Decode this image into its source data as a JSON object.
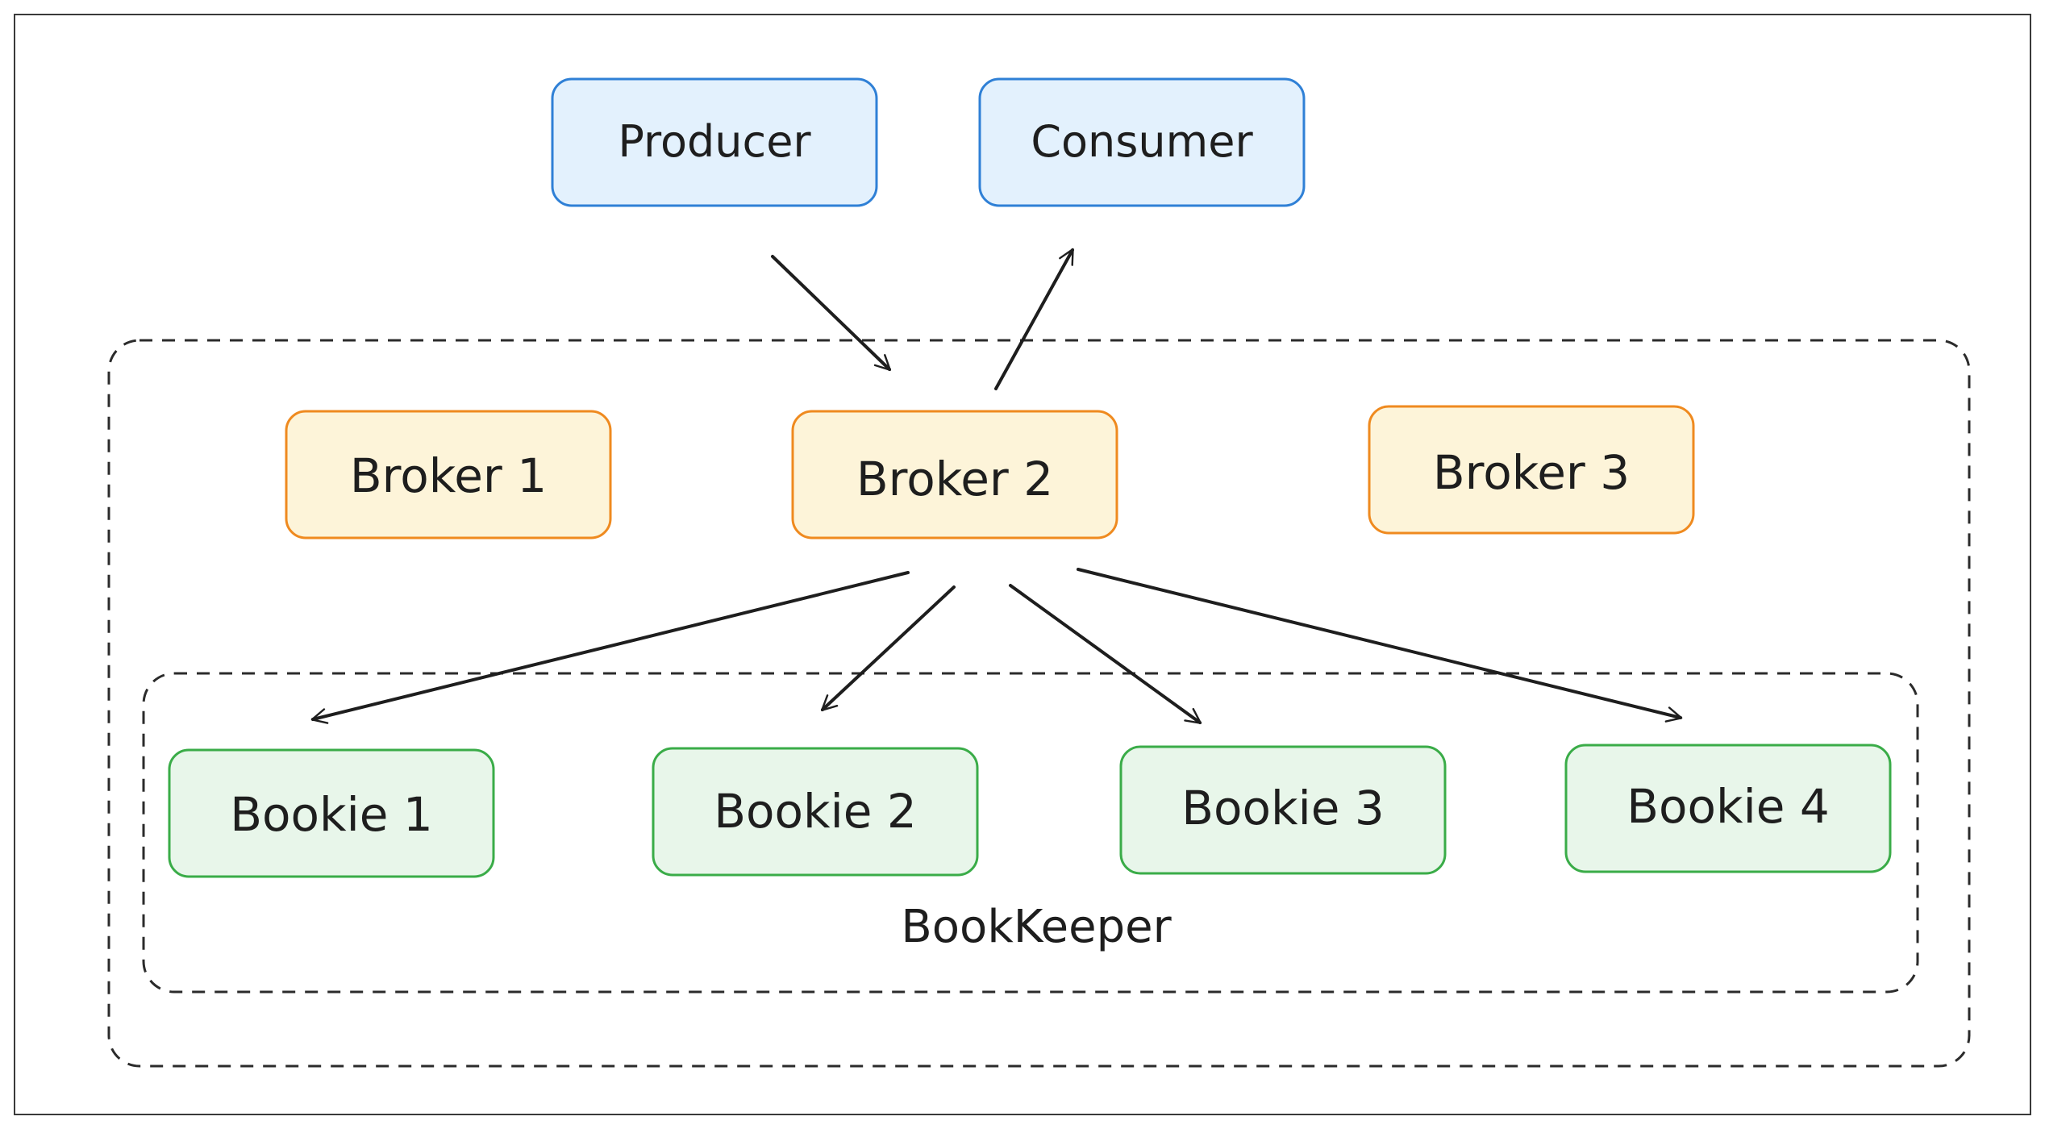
{
  "clients": {
    "producer": "Producer",
    "consumer": "Consumer"
  },
  "brokers": [
    "Broker 1",
    "Broker 2",
    "Broker 3"
  ],
  "bookies": [
    "Bookie 1",
    "Bookie 2",
    "Bookie 3",
    "Bookie 4"
  ],
  "bookkeeper_label": "BookKeeper",
  "colors": {
    "client_fill": "#e3f1fd",
    "client_stroke": "#2f80d6",
    "broker_fill": "#fdf4d9",
    "broker_stroke": "#ef8a1f",
    "bookie_fill": "#e8f6ea",
    "bookie_stroke": "#3aac48",
    "line": "#1e1e1e"
  }
}
